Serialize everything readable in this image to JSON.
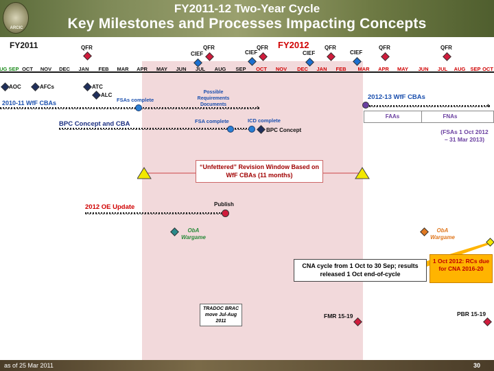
{
  "header": {
    "logo_text": "ARCIC",
    "title_line1": "FY2011-12 Two-Year Cycle",
    "title_line2": "Key Milestones and Processes Impacting Concepts"
  },
  "fiscal_years": {
    "fy2011": "FY2011",
    "fy2012": "FY2012"
  },
  "months": [
    "AUG",
    "SEP",
    "OCT",
    "NOV",
    "DEC",
    "JAN",
    "FEB",
    "MAR",
    "APR",
    "MAY",
    "JUN",
    "JUL",
    "AUG",
    "SEP",
    "OCT",
    "NOV",
    "DEC",
    "JAN",
    "FEB",
    "MAR",
    "APR",
    "MAY",
    "JUN",
    "JUL",
    "AUG",
    "SEP",
    "OCT"
  ],
  "qfr_label": "QFR",
  "cief_label": "CIEF",
  "milestones": {
    "aoc": "AOC",
    "afcs": "AFCs",
    "atc": "ATC",
    "alc": "ALC",
    "cba_2010": "2010-11 WfF CBAs",
    "fsas_complete": "FSAs complete",
    "possible_req": "Possible Requirements Documents",
    "bpc_concept_cba": "BPC Concept and CBA",
    "fsa_complete": "FSA complete",
    "icd_complete": "ICD complete",
    "bpc_concept": "BPC Concept",
    "cba_2012": "2012-13 WfF CBAs",
    "faas": "FAAs",
    "fnas": "FNAs",
    "fsas_note": "(FSAs 1 Oct 2012 – 31 Mar 2013)",
    "unfettered": "“Unfettered” Revision Window Based on WfF CBAs (11 months)",
    "oe_update": "2012 OE Update",
    "publish": "Publish",
    "oba_wargame": "ObA Wargame",
    "cna_cycle": "CNA cycle from 1 Oct to 30 Sep; results released 1 Oct end-of-cycle",
    "rcs_due": "1 Oct 2012: RCs due for CNA 2016-20",
    "tradoc": "TRADOC BRAC move Jul-Aug 2011",
    "fmr": "FMR 15-19",
    "pbr": "PBR 15-19"
  },
  "footer": {
    "as_of": "as of 25 Mar 2011",
    "page": "30"
  },
  "colors": {
    "fy_band": "#f2d9db",
    "qfr": "#d01b3c",
    "cief": "#1b6fd1",
    "callout": "#ffb400"
  }
}
